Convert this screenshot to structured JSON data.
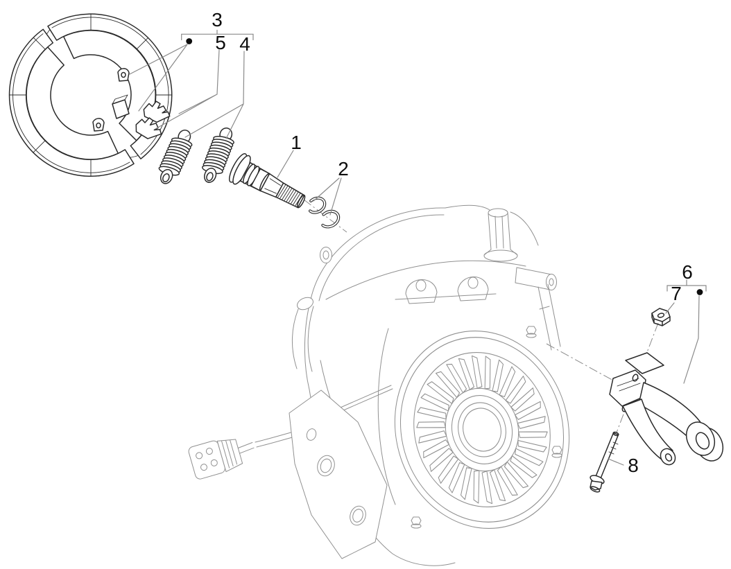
{
  "colors": {
    "background": "#ffffff",
    "part_line": "#2a2a2a",
    "engine_line": "#909090",
    "leader_line": "#8a8a8a",
    "label": "#0d0d0d"
  },
  "callouts": [
    {
      "label": "1"
    },
    {
      "label": "2"
    },
    {
      "label": "3"
    },
    {
      "label": "4"
    },
    {
      "label": "5"
    },
    {
      "label": "6"
    },
    {
      "label": "7"
    },
    {
      "label": "8"
    }
  ],
  "bracket_groups": [
    {
      "parent_label": "3",
      "bullet": "•",
      "child_labels": [
        "5",
        "4"
      ]
    },
    {
      "parent_label": "6",
      "bullet": "•",
      "child_labels": [
        "7"
      ]
    }
  ]
}
